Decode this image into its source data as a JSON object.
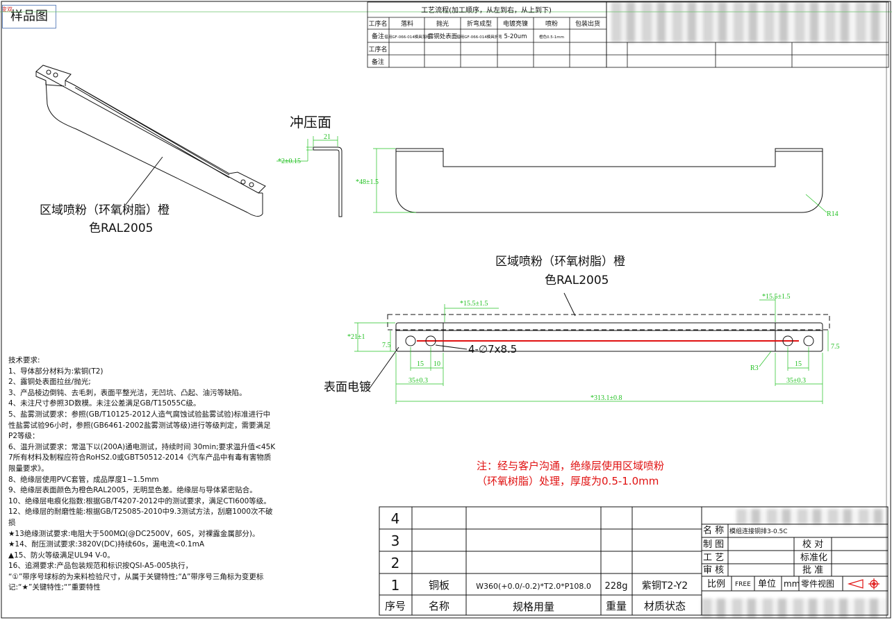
{
  "corner_tag": "变双",
  "sample_label": "样品图",
  "process_table": {
    "title": "工艺流程(加工顺序，从左到右，从上到下)",
    "row1_head": "工序名",
    "row2_head": "备注",
    "row3_head": "工序名",
    "row4_head": "备注",
    "steps": [
      "落料",
      "抛光",
      "折弯成型",
      "电镀亮镍",
      "喷粉",
      "包装出货"
    ],
    "remarks": [
      "借用GF-066-014模具落料",
      "露铜处表面",
      "借用GF-066-014模具折弯",
      "5-20um",
      "橙色0.5-1mm",
      ""
    ]
  },
  "callouts": {
    "iso_spray": [
      "区域喷粉（环氧树脂）橙",
      "色RAL2005"
    ],
    "stamp_face": "冲压面",
    "top_spray": [
      "区域喷粉（环氧树脂）橙",
      "色RAL2005"
    ],
    "surface_plating": "表面电镀",
    "holes": "4-∅7x8.5"
  },
  "dimensions": {
    "thickness": "*2±0.15",
    "flange": "21",
    "height": "*48±1.5",
    "radius": "R14",
    "left_pad": "*15.5±1.5",
    "right_pad": "*15.5±1.5",
    "width": "*21±1",
    "edge_left": "7.5",
    "edge_right": "7.5",
    "hole_pitch_left": "15",
    "hole_edge_left": "10",
    "pad_len_left": "35±0.3",
    "corner_r": "R3",
    "hole_pitch_right": "15",
    "pad_len_right": "35±0.3",
    "overall": "*313.1±0.8"
  },
  "tech_requirements": [
    "技术要求:",
    "1、导体部分材料为:紫铜(T2)",
    "2、露铜处表面拉丝/抛光;",
    "3、产品棱边倒钝、去毛刺，表面平整光洁，无凹坑、凸起、油污等缺陷。",
    "4、未注尺寸参照3D数模。未注公差满足GB/T15055C级。",
    "5、盐雾测试要求：参照(GB/T10125-2012人造气腐蚀试验盐雾试验)标准进行中性盐雾试验96小时，参照(GB6461-2002盐雾测试等级)进行等级判定，需要满足P2等级：",
    "6、温升测试要求：常温下以(200A)通电测试，持续时间 30min;要求温升值<45K",
    "7所有材料及制程应符合RoHS2.0或GBT50512-2014《汽车产品中有毒有害物质限量要求》。",
    "8、绝缘层使用PVC套管，成品厚度1~1.5mm",
    "9、绝缘层表面颜色为橙色RAL2005，无明显色差。绝缘层与导体紧密贴合。",
    "10、绝缘层电痕化指数:根据GB/T4207-2012中的测试要求，满足CTI600等级。",
    "12、绝缘层的耐磨性能:根据GB/T25085-2010中9.3测试方法，刮磨1000次不破损",
    "★13绝缘测试要求:电阻大于500MΩ(@DC2500V，60S，对裸露金属部分)。",
    "★14、耐压测试要求:3820V(DC)持续60s，漏电流<0.1mA",
    "▲15、防火等级满足UL94 V-0。",
    "16、追溯要求:产品包装规范和标识按QSI-A5-005执行，",
    "“①”带序号球标的为来料检验尺寸，从属于关键特性;“Δ”带序号三角标为变更标记:“★”关键特性;“”重要特性"
  ],
  "red_note": "注：经与客户沟通，绝缘层使用区域喷粉（环氧树脂）处理，厚度为0.5-1.0mm",
  "bom": {
    "rows": [
      {
        "no": "4",
        "name": "",
        "spec": "",
        "weight": "",
        "material": ""
      },
      {
        "no": "3",
        "name": "",
        "spec": "",
        "weight": "",
        "material": ""
      },
      {
        "no": "2",
        "name": "",
        "spec": "",
        "weight": "",
        "material": ""
      },
      {
        "no": "1",
        "name": "铜板",
        "spec": "W360(+0.0/-0.2)*T2.0*P108.0",
        "weight": "228g",
        "material": "紫铜T2-Y2"
      }
    ],
    "headers": {
      "no": "序号",
      "name": "名称",
      "spec": "规格用量",
      "weight": "重量",
      "material": "材质状态"
    }
  },
  "title_block": {
    "name_label": "名 称",
    "name_value": "模组连接铜排3-0.5C",
    "draw_label": "制 图",
    "check_label": "校 对",
    "craft_label": "工 艺",
    "std_label": "标准化",
    "review_label": "审 核",
    "approve_label": "批 准",
    "scale_label": "比例",
    "scale_value": "FREE",
    "unit_label": "单位",
    "unit_value": "mm",
    "view_label": "零件视图"
  },
  "colors": {
    "dim_green": "#20c020",
    "red": "#e01010",
    "frame": "#111111"
  }
}
